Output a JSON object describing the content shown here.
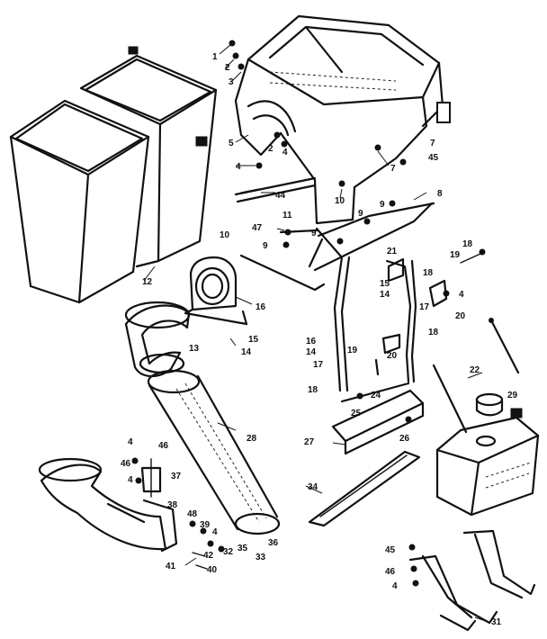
{
  "callouts": [
    {
      "id": "c1",
      "text": "1"
    },
    {
      "id": "c2a",
      "text": "2"
    },
    {
      "id": "c3",
      "text": "3"
    },
    {
      "id": "c5",
      "text": "5"
    },
    {
      "id": "c2b",
      "text": "2"
    },
    {
      "id": "c4a",
      "text": "4"
    },
    {
      "id": "c4b",
      "text": "4"
    },
    {
      "id": "c44",
      "text": "44"
    },
    {
      "id": "c10a",
      "text": "10"
    },
    {
      "id": "c7a",
      "text": "7"
    },
    {
      "id": "c7b",
      "text": "7"
    },
    {
      "id": "c45a",
      "text": "45"
    },
    {
      "id": "c8",
      "text": "8"
    },
    {
      "id": "c9a",
      "text": "9"
    },
    {
      "id": "c9b",
      "text": "9"
    },
    {
      "id": "c9c",
      "text": "9"
    },
    {
      "id": "c11",
      "text": "11"
    },
    {
      "id": "c47",
      "text": "47"
    },
    {
      "id": "c10b",
      "text": "10"
    },
    {
      "id": "c9d",
      "text": "9"
    },
    {
      "id": "c12",
      "text": "12"
    },
    {
      "id": "c21",
      "text": "21"
    },
    {
      "id": "c18a",
      "text": "18"
    },
    {
      "id": "c19a",
      "text": "19"
    },
    {
      "id": "c18b",
      "text": "18"
    },
    {
      "id": "c15a",
      "text": "15"
    },
    {
      "id": "c14a",
      "text": "14"
    },
    {
      "id": "c4c",
      "text": "4"
    },
    {
      "id": "c16a",
      "text": "16"
    },
    {
      "id": "c17a",
      "text": "17"
    },
    {
      "id": "c20a",
      "text": "20"
    },
    {
      "id": "c13",
      "text": "13"
    },
    {
      "id": "c15b",
      "text": "15"
    },
    {
      "id": "c14b",
      "text": "14"
    },
    {
      "id": "c18c",
      "text": "18"
    },
    {
      "id": "c16b",
      "text": "16"
    },
    {
      "id": "c14c",
      "text": "14"
    },
    {
      "id": "c19b",
      "text": "19"
    },
    {
      "id": "c17b",
      "text": "17"
    },
    {
      "id": "c20b",
      "text": "20"
    },
    {
      "id": "c22",
      "text": "22"
    },
    {
      "id": "c18d",
      "text": "18"
    },
    {
      "id": "c24",
      "text": "24"
    },
    {
      "id": "c29",
      "text": "29"
    },
    {
      "id": "c25",
      "text": "25"
    },
    {
      "id": "c26",
      "text": "26"
    },
    {
      "id": "c27",
      "text": "27"
    },
    {
      "id": "c28a",
      "text": "28"
    },
    {
      "id": "c4d",
      "text": "4"
    },
    {
      "id": "c46a",
      "text": "46"
    },
    {
      "id": "c46b",
      "text": "46"
    },
    {
      "id": "c37",
      "text": "37"
    },
    {
      "id": "c4e",
      "text": "4"
    },
    {
      "id": "c34",
      "text": "34"
    },
    {
      "id": "c38",
      "text": "38"
    },
    {
      "id": "c48",
      "text": "48"
    },
    {
      "id": "c39",
      "text": "39"
    },
    {
      "id": "c4f",
      "text": "4"
    },
    {
      "id": "c42",
      "text": "42"
    },
    {
      "id": "c41",
      "text": "41"
    },
    {
      "id": "c40",
      "text": "40"
    },
    {
      "id": "c35",
      "text": "35"
    },
    {
      "id": "c32",
      "text": "32"
    },
    {
      "id": "c33",
      "text": "33"
    },
    {
      "id": "c36",
      "text": "36"
    },
    {
      "id": "c45b",
      "text": "45"
    },
    {
      "id": "c46c",
      "text": "46"
    },
    {
      "id": "c4g",
      "text": "4"
    },
    {
      "id": "c31",
      "text": "31"
    }
  ]
}
